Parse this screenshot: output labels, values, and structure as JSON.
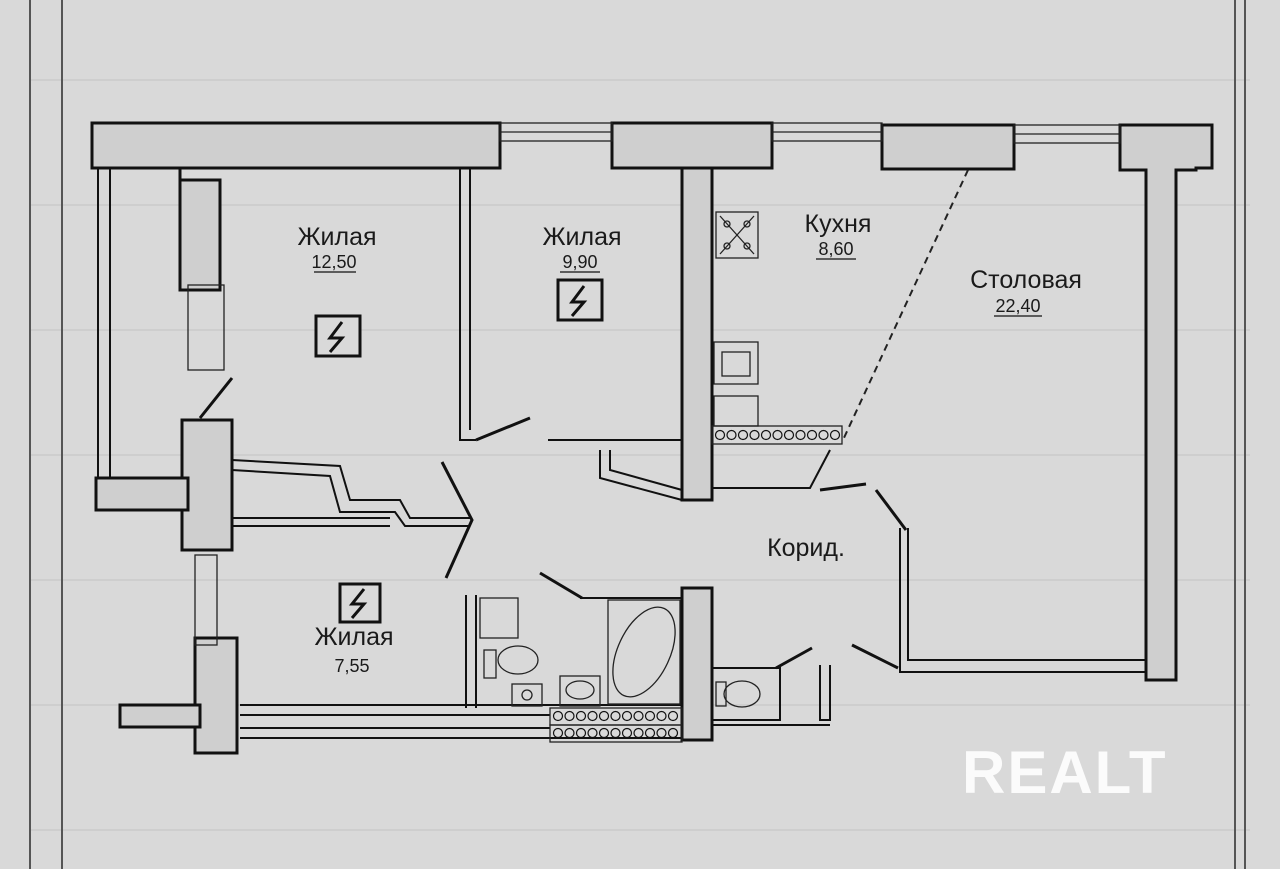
{
  "rooms": {
    "living1": {
      "name": "Жилая",
      "area": "12,50"
    },
    "living2": {
      "name": "Жилая",
      "area": "9,90"
    },
    "kitchen": {
      "name": "Кухня",
      "area": "8,60"
    },
    "dining": {
      "name": "Столовая",
      "area": "22,40"
    },
    "living3": {
      "name": "Жилая",
      "area": "7,55"
    },
    "corridor": {
      "name": "Корид."
    }
  },
  "watermark": "REALT",
  "colors": {
    "paper": "#d9d9d9",
    "ink": "#111111",
    "wall_fill": "#cfcfcf"
  }
}
